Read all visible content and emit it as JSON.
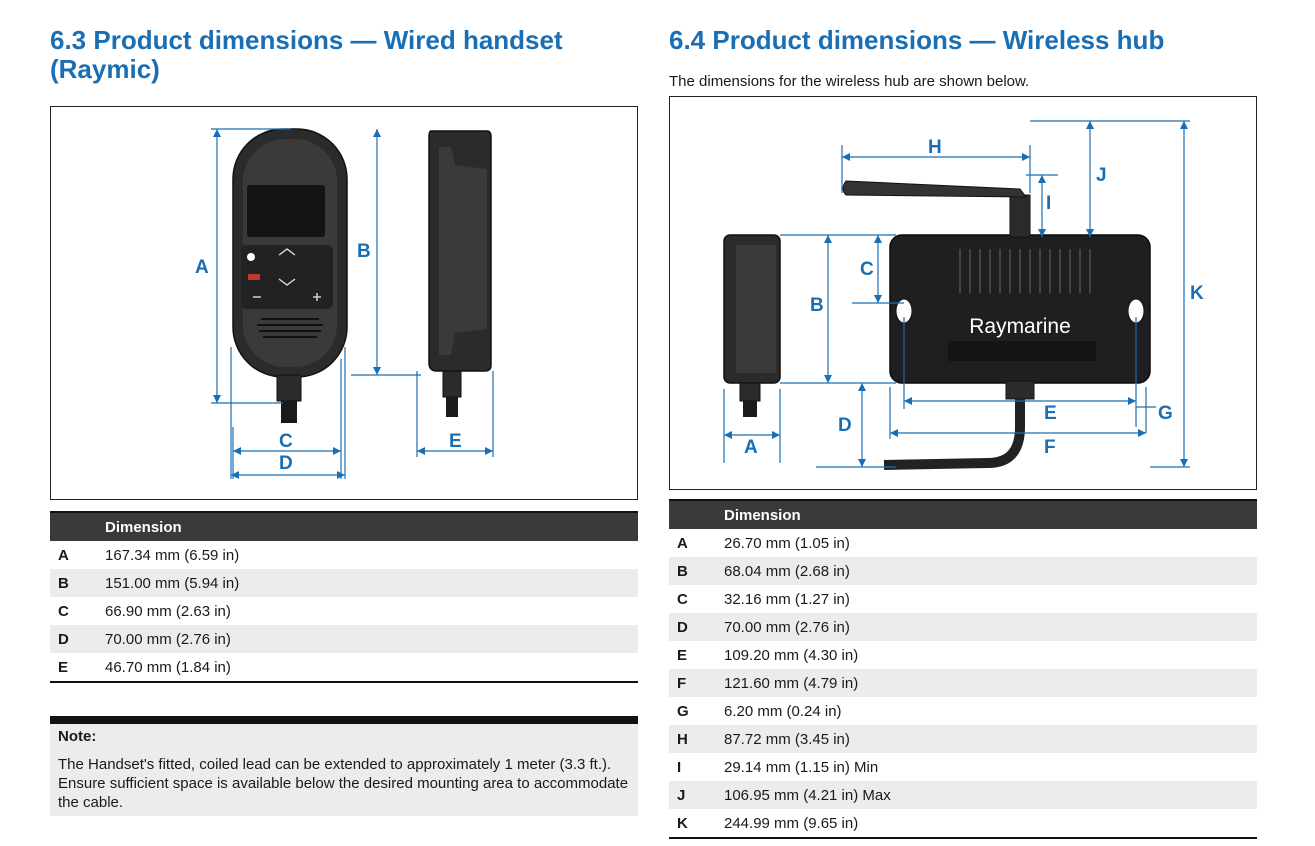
{
  "left": {
    "title": "6.3 Product dimensions — Wired handset (Raymic)",
    "figure_labels": [
      "A",
      "B",
      "C",
      "D",
      "E"
    ],
    "table": {
      "header": "Dimension",
      "rows": [
        {
          "key": "A",
          "value": "167.34 mm (6.59 in)"
        },
        {
          "key": "B",
          "value": "151.00 mm (5.94 in)"
        },
        {
          "key": "C",
          "value": "66.90 mm (2.63 in)"
        },
        {
          "key": "D",
          "value": "70.00 mm (2.76 in)"
        },
        {
          "key": "E",
          "value": "46.70 mm (1.84 in)"
        }
      ]
    },
    "note": {
      "title": "Note:",
      "body": "The Handset's fitted, coiled lead can be extended to approximately 1 meter (3.3 ft.). Ensure sufficient space is available below the desired mounting area to accommodate the cable."
    }
  },
  "right": {
    "title": "6.4 Product dimensions — Wireless hub",
    "intro": "The dimensions for the wireless hub are shown below.",
    "brand": "Raymarine",
    "figure_labels": [
      "H",
      "J",
      "I",
      "C",
      "B",
      "K",
      "E",
      "G",
      "D",
      "A",
      "F"
    ],
    "table": {
      "header": "Dimension",
      "rows": [
        {
          "key": "A",
          "value": "26.70 mm (1.05 in)"
        },
        {
          "key": "B",
          "value": "68.04 mm (2.68 in)"
        },
        {
          "key": "C",
          "value": "32.16 mm (1.27 in)"
        },
        {
          "key": "D",
          "value": "70.00 mm (2.76 in)"
        },
        {
          "key": "E",
          "value": "109.20 mm (4.30 in)"
        },
        {
          "key": "F",
          "value": "121.60 mm (4.79 in)"
        },
        {
          "key": "G",
          "value": "6.20 mm (0.24 in)"
        },
        {
          "key": "H",
          "value": "87.72 mm (3.45 in)"
        },
        {
          "key": "I",
          "value": "29.14 mm (1.15 in) Min"
        },
        {
          "key": "J",
          "value": "106.95 mm (4.21 in) Max"
        },
        {
          "key": "K",
          "value": "244.99 mm (9.65 in)"
        }
      ]
    }
  },
  "colors": {
    "heading": "#1a6fb4",
    "dimension_line": "#1a6fb4",
    "table_header": "#3a3a3a"
  }
}
